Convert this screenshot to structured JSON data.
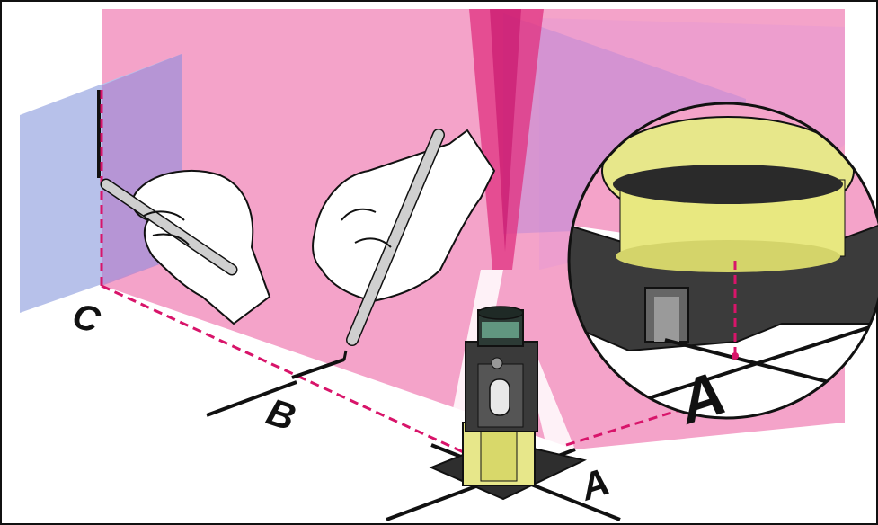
{
  "labels": {
    "point_c": "C",
    "point_b": "B",
    "point_a": "A",
    "detail_a": "A"
  },
  "colors": {
    "laser_plane": "#f4a3c9",
    "laser_plane_dark": "#e66aa6",
    "laser_beam": "#e0307f",
    "dashed_line": "#d8146a",
    "wall": "#b7c1ea",
    "laser_body": "#3a3a3a",
    "base_yellow": "#e7e78a",
    "outline": "#111111"
  },
  "icons": [
    "hand-with-pencil-icon",
    "laser-level-icon",
    "magnifier-detail-icon"
  ]
}
